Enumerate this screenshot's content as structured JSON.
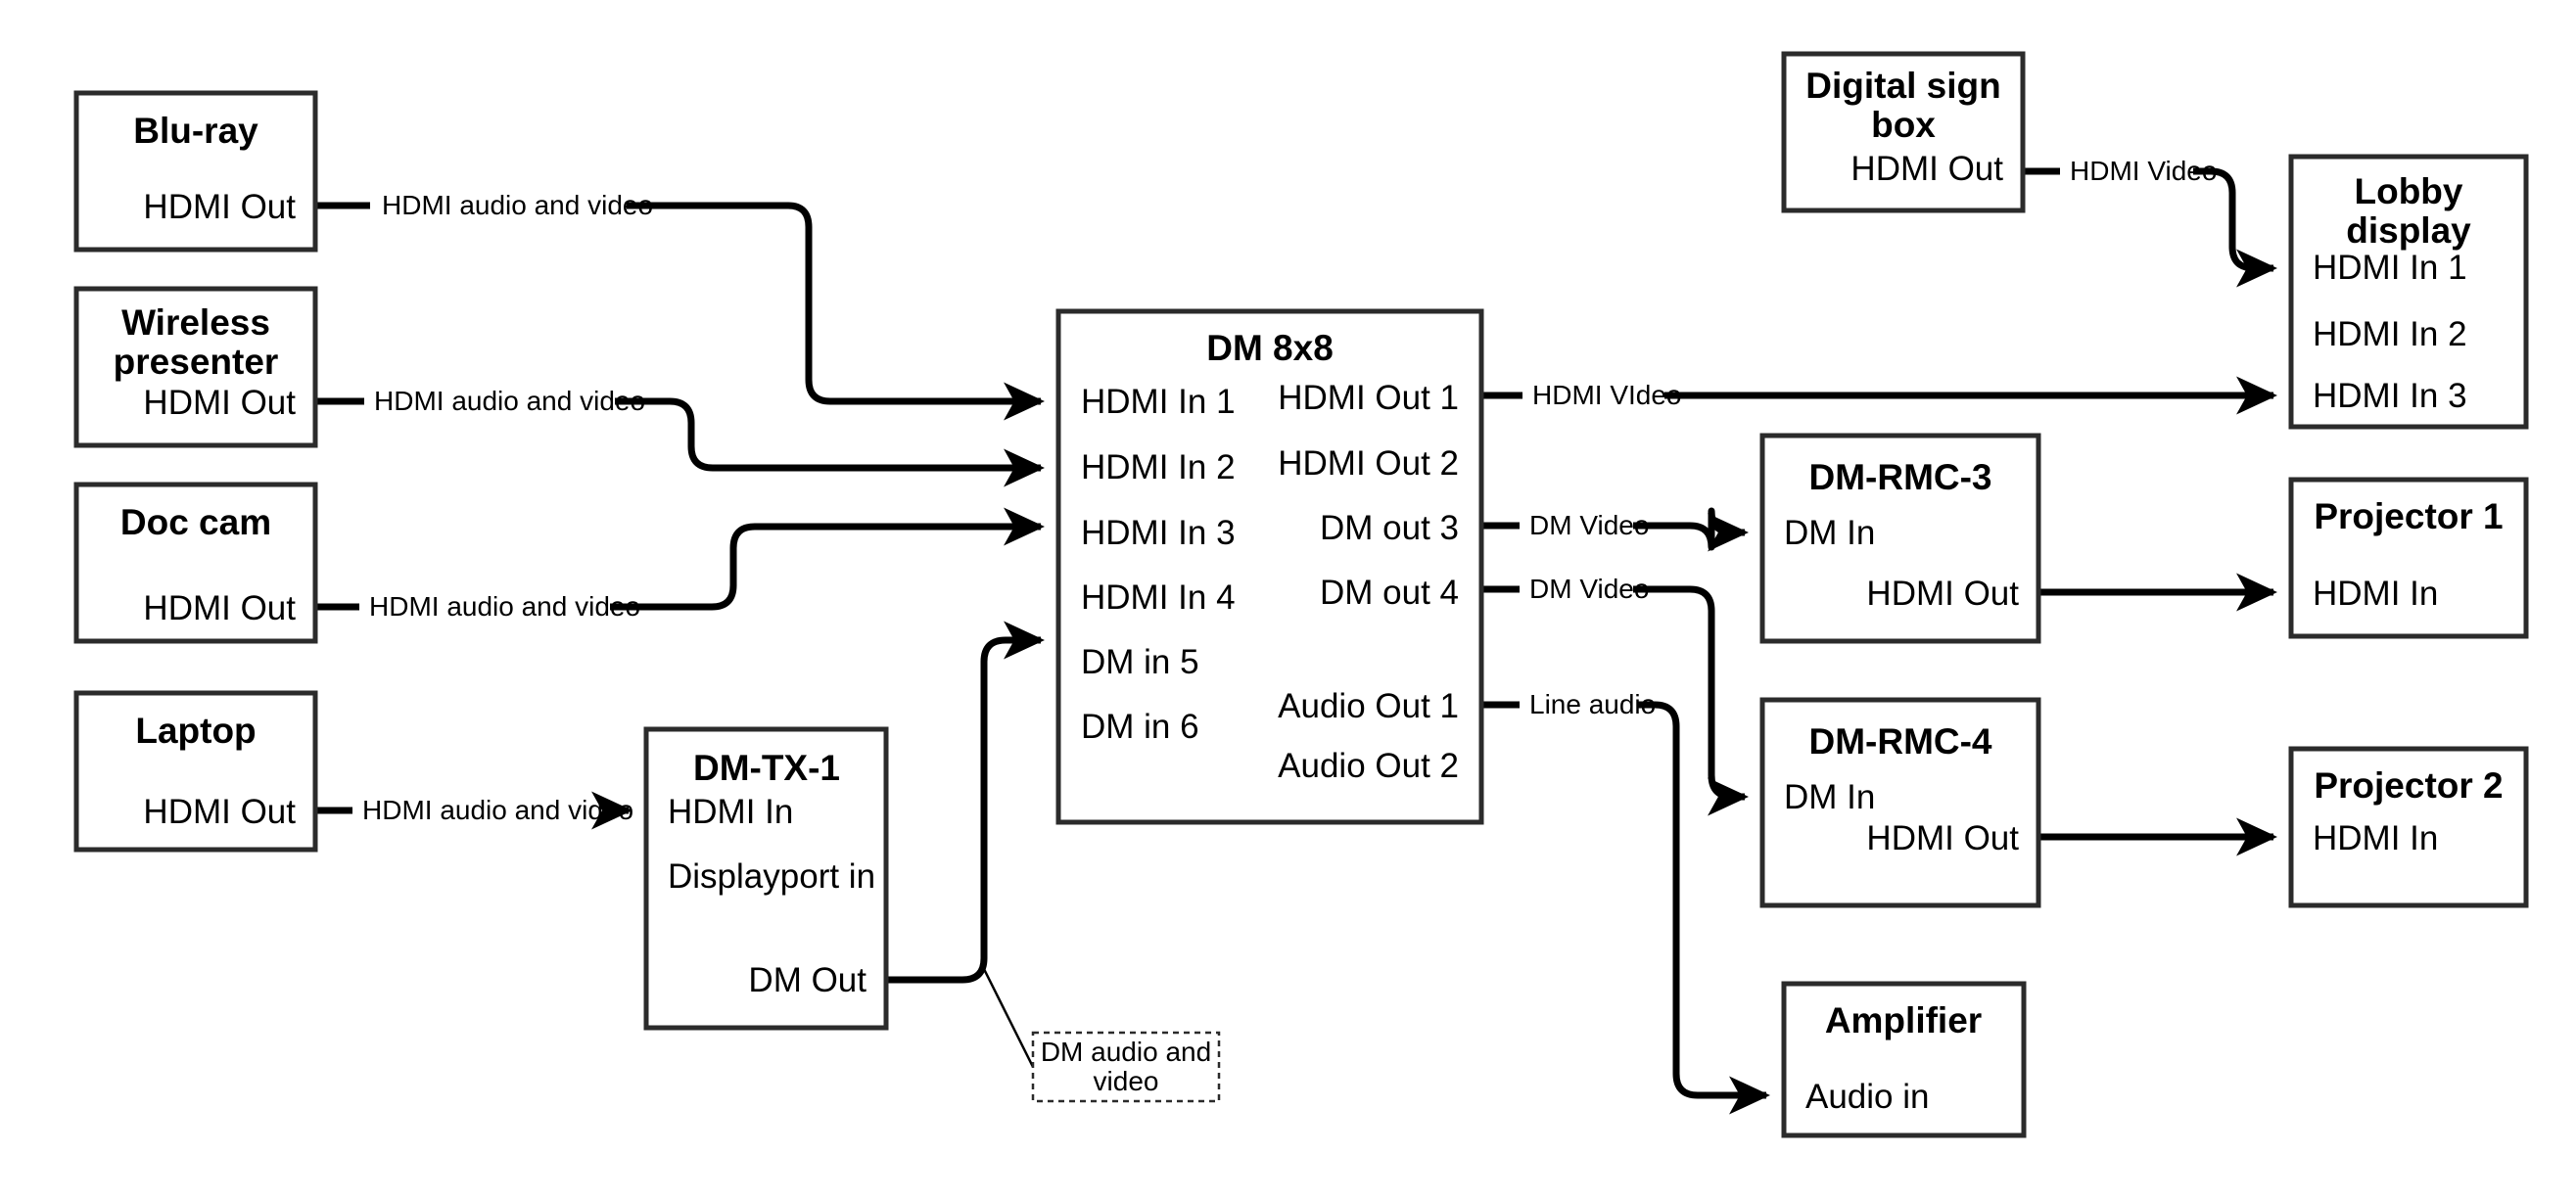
{
  "diagram": {
    "title": "AV signal flow diagram",
    "colors": {
      "box_stroke": "#2b2b2b",
      "wire": "#000000",
      "background": "#ffffff"
    },
    "nodes": [
      {
        "id": "bluray",
        "title": "Blu-ray",
        "ports": [
          "HDMI Out"
        ]
      },
      {
        "id": "wireless",
        "title_line1": "Wireless",
        "title_line2": "presenter",
        "title": "Wireless presenter",
        "ports": [
          "HDMI Out"
        ]
      },
      {
        "id": "doccam",
        "title": "Doc cam",
        "ports": [
          "HDMI Out"
        ]
      },
      {
        "id": "laptop",
        "title": "Laptop",
        "ports": [
          "HDMI Out"
        ]
      },
      {
        "id": "dmtx1",
        "title": "DM-TX-1",
        "ports": [
          "HDMI In",
          "Displayport in",
          "DM Out"
        ]
      },
      {
        "id": "dm8x8",
        "title": "DM 8x8",
        "inputs": [
          "HDMI In 1",
          "HDMI In 2",
          "HDMI In 3",
          "HDMI In 4",
          "DM in 5",
          "DM in 6"
        ],
        "outputs": [
          "HDMI Out 1",
          "HDMI Out 2",
          "DM out 3",
          "DM out 4",
          "Audio Out 1",
          "Audio Out 2"
        ]
      },
      {
        "id": "digitalsign",
        "title_line1": "Digital sign",
        "title_line2": "box",
        "title": "Digital sign box",
        "ports": [
          "HDMI Out"
        ]
      },
      {
        "id": "lobby",
        "title_line1": "Lobby",
        "title_line2": "display",
        "title": "Lobby display",
        "ports": [
          "HDMI In 1",
          "HDMI In 2",
          "HDMI In 3"
        ]
      },
      {
        "id": "rmc3",
        "title": "DM-RMC-3",
        "ports": [
          "DM In",
          "HDMI Out"
        ]
      },
      {
        "id": "rmc4",
        "title": "DM-RMC-4",
        "ports": [
          "DM In",
          "HDMI Out"
        ]
      },
      {
        "id": "proj1",
        "title": "Projector 1",
        "ports": [
          "HDMI In"
        ]
      },
      {
        "id": "proj2",
        "title": "Projector 2",
        "ports": [
          "HDMI In"
        ]
      },
      {
        "id": "amp",
        "title": "Amplifier",
        "ports": [
          "Audio in"
        ]
      }
    ],
    "edges": [
      {
        "id": "e1",
        "from": "bluray.HDMI Out",
        "to": "dm8x8.HDMI In 1",
        "label": "HDMI audio and video"
      },
      {
        "id": "e2",
        "from": "wireless.HDMI Out",
        "to": "dm8x8.HDMI In 2",
        "label": "HDMI audio and video"
      },
      {
        "id": "e3",
        "from": "doccam.HDMI Out",
        "to": "dm8x8.HDMI In 3",
        "label": "HDMI audio and video"
      },
      {
        "id": "e4",
        "from": "laptop.HDMI Out",
        "to": "dmtx1.HDMI In",
        "label": "HDMI audio and video"
      },
      {
        "id": "e5",
        "from": "dmtx1.DM Out",
        "to": "dm8x8.DM in 5",
        "label": "DM audio and video"
      },
      {
        "id": "e6",
        "from": "dm8x8.HDMI Out 1",
        "to": "lobby.HDMI In 3",
        "label": "HDMI VIdeo"
      },
      {
        "id": "e7",
        "from": "dm8x8.DM out 3",
        "to": "rmc3.DM In",
        "label": "DM Video"
      },
      {
        "id": "e8",
        "from": "dm8x8.DM out 4",
        "to": "rmc4.DM In",
        "label": "DM Video"
      },
      {
        "id": "e9",
        "from": "dm8x8.Audio Out 1",
        "to": "amp.Audio in",
        "label": "Line audio"
      },
      {
        "id": "e10",
        "from": "digitalsign.HDMI Out",
        "to": "lobby.HDMI In 1",
        "label": "HDMI Video"
      },
      {
        "id": "e11",
        "from": "rmc3.HDMI Out",
        "to": "proj1.HDMI In",
        "label": ""
      },
      {
        "id": "e12",
        "from": "rmc4.HDMI Out",
        "to": "proj2.HDMI In",
        "label": ""
      }
    ],
    "labels": {
      "hdmi_av": "HDMI audio and video",
      "dm_av_line1": "DM audio and",
      "dm_av_line2": "video",
      "hdmi_video_out1": "HDMI VIdeo",
      "hdmi_video_sign": "HDMI Video",
      "dm_video_3": "DM Video",
      "dm_video_4": "DM Video",
      "line_audio": "Line audio"
    }
  }
}
